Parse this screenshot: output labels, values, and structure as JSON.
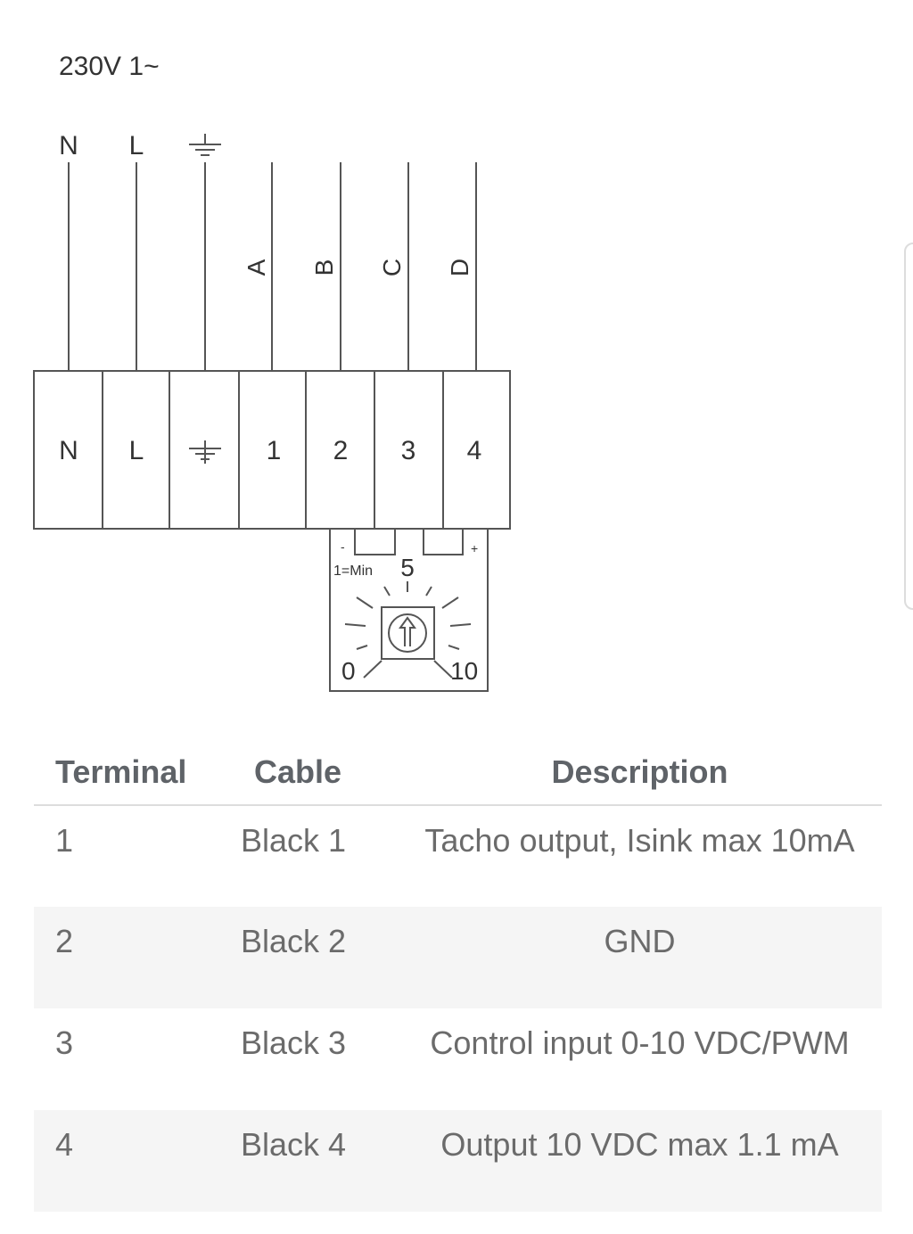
{
  "diagram": {
    "supply_label": "230V 1~",
    "wire_labels_top": [
      "N",
      "L"
    ],
    "cable_labels": [
      "A",
      "B",
      "C",
      "D"
    ],
    "terminal_labels": [
      "N",
      "L",
      "1",
      "2",
      "3",
      "4"
    ],
    "potentiometer": {
      "min_note": "1=Min",
      "mid": "5",
      "low": "0",
      "high": "10",
      "minus": "-",
      "plus": "+"
    }
  },
  "table": {
    "headers": [
      "Terminal",
      "Cable",
      "Description"
    ],
    "rows": [
      {
        "terminal": "1",
        "cable": "Black 1",
        "description": "Tacho output, Isink max 10mA"
      },
      {
        "terminal": "2",
        "cable": "Black 2",
        "description": "GND"
      },
      {
        "terminal": "3",
        "cable": "Black 3",
        "description": "Control input 0-10 VDC/PWM"
      },
      {
        "terminal": "4",
        "cable": "Black 4",
        "description": "Output 10 VDC max 1.1 mA"
      }
    ]
  }
}
